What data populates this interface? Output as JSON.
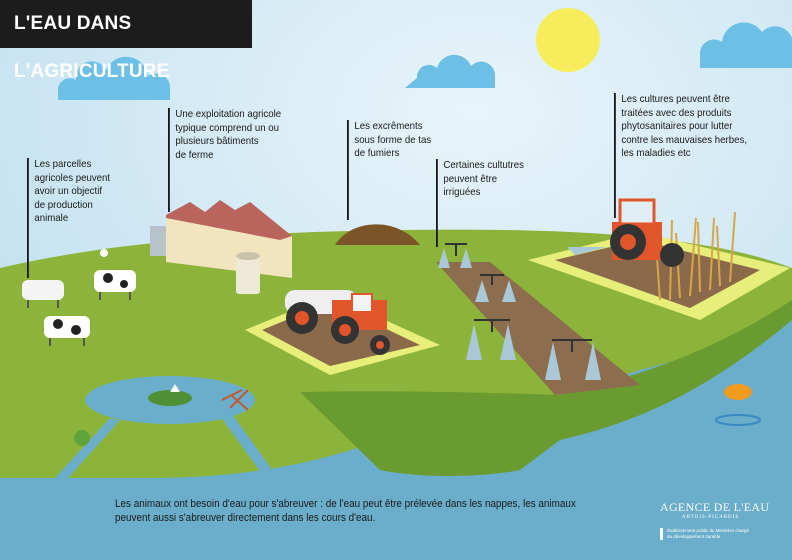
{
  "title": "L'EAU DANS L'AGRICULTURE",
  "labels": {
    "animal_plots": [
      "Les parcelles",
      "agricoles peuvent",
      "avoir un objectif",
      "de production",
      "animale"
    ],
    "farm_buildings": [
      "Une exploitation agricole",
      "typique comprend un ou",
      "plusieurs bâtiments",
      "de ferme"
    ],
    "manure": [
      "Les excrêments",
      "sous forme de tas",
      "de fumiers"
    ],
    "irrigation": [
      "Certaines cultutres",
      "peuvent être",
      "irriguées"
    ],
    "pesticides": [
      "Les cultures peuvent être",
      "traitées avec des produits",
      "phytosanitaires pour lutter",
      "contre les mauvaises herbes,",
      "les maladies etc"
    ]
  },
  "caption": [
    "Les animaux ont besoin d'eau pour s'abreuver : de l'eau peut être prélevée dans les nappes, les animaux",
    "peuvent aussi s'abreuver directement dans les cours d'eau."
  ],
  "logo": {
    "name": "AGENCE DE L'EAU",
    "region": "ARTOIS-PICARDIE",
    "establishment": [
      "Établissement public du Ministère chargé",
      "du développement durable"
    ]
  },
  "colors": {
    "sky": "#cfe7f3",
    "grass": "#8db43a",
    "water": "#6aaecb",
    "title_bg": "#1c1c1c",
    "tractor": "#e0552a"
  }
}
